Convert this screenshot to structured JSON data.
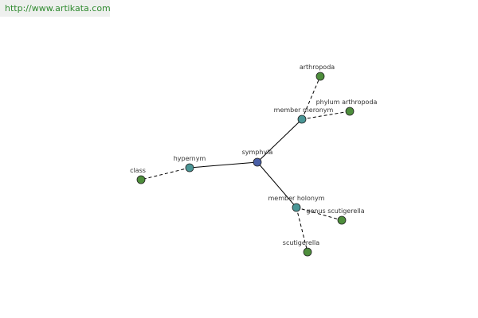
{
  "watermark": {
    "text": "http://www.artikata.com"
  },
  "colors": {
    "center_node": "#4a5fa6",
    "relation_node": "#4a9696",
    "leaf_node": "#4e8e3c",
    "edge": "#000000",
    "watermark_bg": "#eef0ee",
    "watermark_text": "#2f8a2f"
  },
  "graph": {
    "nodes": [
      {
        "id": "symphyla",
        "label": "symphyla",
        "kind": "center"
      },
      {
        "id": "hypernym",
        "label": "hypernym",
        "kind": "relation"
      },
      {
        "id": "member_meronym",
        "label": "member meronym",
        "kind": "relation"
      },
      {
        "id": "member_holonym",
        "label": "member holonym",
        "kind": "relation"
      },
      {
        "id": "class",
        "label": "class",
        "kind": "leaf"
      },
      {
        "id": "arthropoda",
        "label": "arthropoda",
        "kind": "leaf"
      },
      {
        "id": "phylum_arthropoda",
        "label": "phylum arthropoda",
        "kind": "leaf"
      },
      {
        "id": "genus_scutigerella",
        "label": "genus scutigerella",
        "kind": "leaf"
      },
      {
        "id": "scutigerella",
        "label": "scutigerella",
        "kind": "leaf"
      }
    ],
    "edges": [
      {
        "from": "symphyla",
        "to": "hypernym",
        "style": "solid"
      },
      {
        "from": "symphyla",
        "to": "member_meronym",
        "style": "solid"
      },
      {
        "from": "symphyla",
        "to": "member_holonym",
        "style": "solid"
      },
      {
        "from": "hypernym",
        "to": "class",
        "style": "dashed"
      },
      {
        "from": "member_meronym",
        "to": "arthropoda",
        "style": "dashed"
      },
      {
        "from": "member_meronym",
        "to": "phylum_arthropoda",
        "style": "dashed"
      },
      {
        "from": "member_holonym",
        "to": "genus_scutigerella",
        "style": "dashed"
      },
      {
        "from": "member_holonym",
        "to": "scutigerella",
        "style": "dashed"
      }
    ]
  }
}
